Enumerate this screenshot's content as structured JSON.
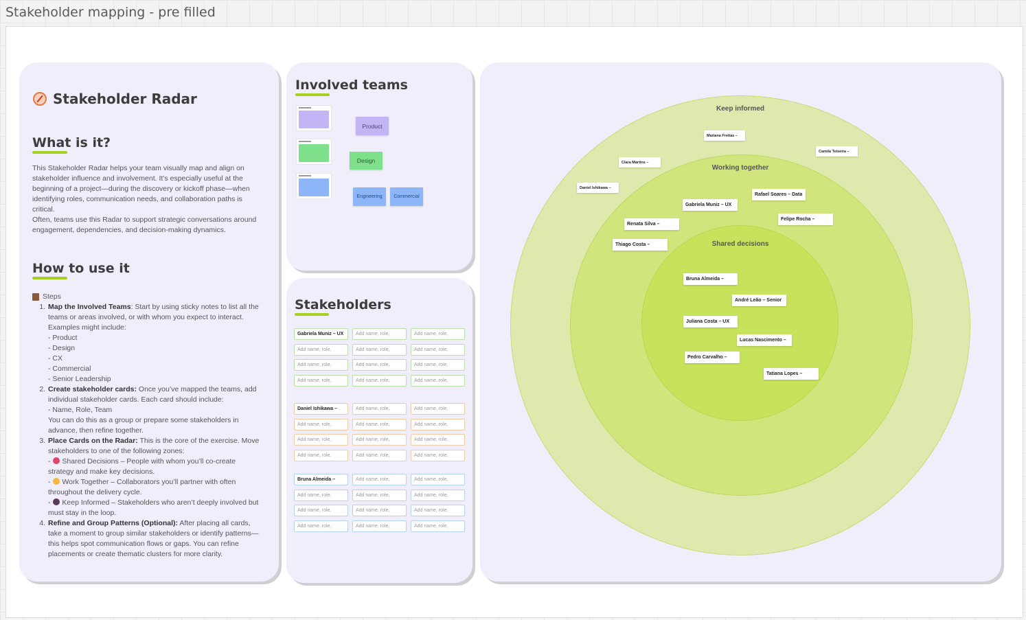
{
  "board": {
    "title": "Stakeholder mapping - pre filled"
  },
  "intro": {
    "title": "Stakeholder Radar",
    "what_heading": "What is it?",
    "what_p1": "This Stakeholder Radar helps your team visually map and align on stakeholder influence and involvement. It’s especially useful at the beginning of a project—during the discovery or kickoff phase—when identifying roles, communication needs, and collaboration paths is critical.",
    "what_p2": "Often, teams use this Radar to support strategic conversations around engagement, dependencies, and decision-making dynamics.",
    "how_heading": "How to use it",
    "steps_label": "Steps",
    "step1_title": "Map the Involved Teams",
    "step1_text": ": Start by using sticky notes to list all the teams or areas involved, or with whom you expect to interact. Examples might include:",
    "step1_items": [
      "- Product",
      "- Design",
      "- CX",
      "- Commercial",
      "- Senior Leadership"
    ],
    "step2_title": "Create stakeholder cards:",
    "step2_text": " Once you’ve mapped the teams, add individual stakeholder cards. Each card should include:",
    "step2_items": [
      "- Name, Role, Team"
    ],
    "step2_after": "You can do this as a group or prepare some stakeholders in advance, then refine together.",
    "step3_title": "Place Cards on the Radar:",
    "step3_text": " This is the core of the exercise. Move stakeholders to one of the following zones:",
    "step3_zone1": "Shared Decisions – People with whom you’ll co-create strategy and make key decisions.",
    "step3_zone2": "Work Together – Collaborators you’ll partner with often throughout the delivery cycle.",
    "step3_zone3": "Keep Informed – Stakeholders who aren’t deeply involved but must stay in the loop.",
    "step4_title": "Refine and Group Patterns (Optional):",
    "step4_text": " After placing all cards, take a moment to group similar stakeholders or identify patterns—this helps spot communication flows or gaps. You can refine placements or create thematic clusters for more clarity."
  },
  "teams": {
    "heading": "Involved teams",
    "notes": [
      "Product",
      "Design",
      "Engineering",
      "Commercial"
    ],
    "colors": {
      "purple": "#c3b4f5",
      "green": "#7fe08c",
      "blue": "#8cb6f8"
    }
  },
  "stakeholders": {
    "heading": "Stakeholders",
    "placeholder": "Add name, role,",
    "group1_first": "Gabriela Muniz – UX",
    "group2_first": "Daniel Ishikawa –",
    "group3_first": "Bruna Almeida –"
  },
  "radar": {
    "zones": {
      "outer": "Keep informed",
      "middle": "Working together",
      "inner": "Shared decisions"
    },
    "outer_people": [
      "Mariana Freitas –",
      "Camila Teixeira –",
      "Clara Martins –",
      "Daniel Ishikawa –"
    ],
    "middle_people": [
      "Rafael Soares – Data",
      "Gabriela Muniz – UX",
      "Felipe Rocha –",
      "Renata Silva –",
      "Thiago Costa –"
    ],
    "inner_people": [
      "Bruna Almeida –",
      "André Leão – Senior",
      "Juliana Costa – UX",
      "Lucas Nascimento –",
      "Pedro Carvalho –",
      "Tatiana Lopes –"
    ]
  }
}
